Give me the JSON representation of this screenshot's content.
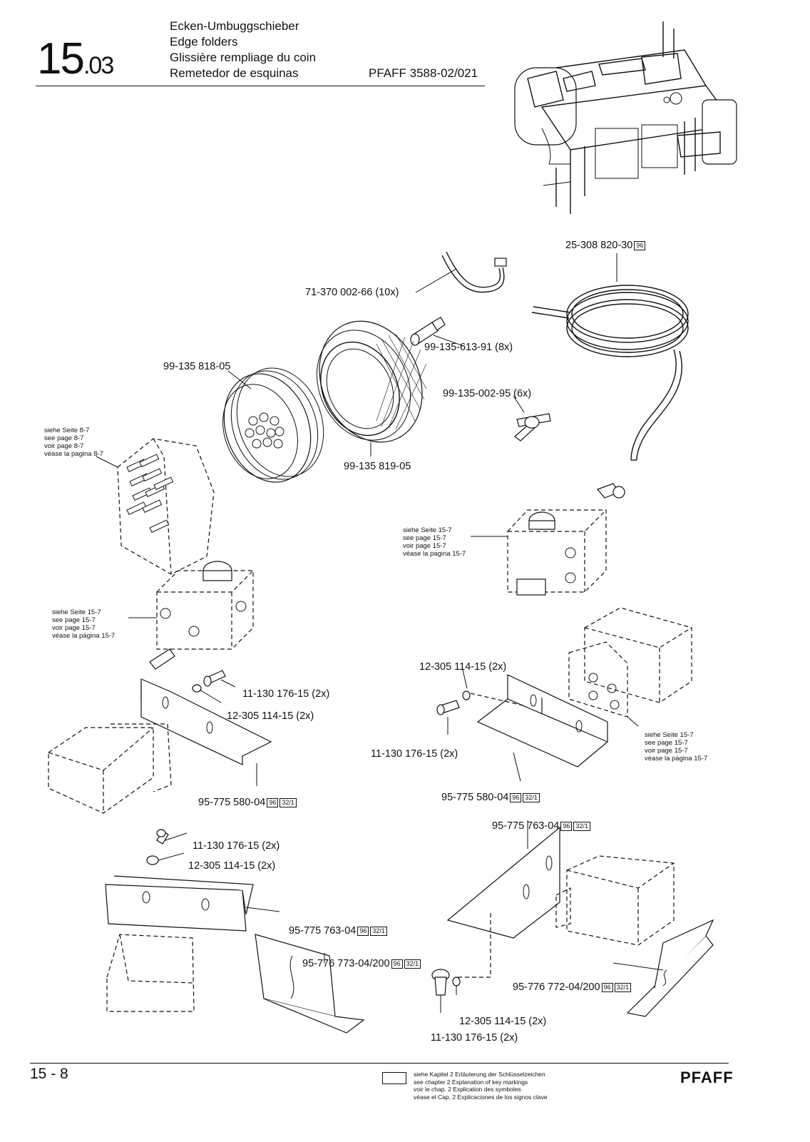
{
  "header": {
    "section_major": "15",
    "section_minor": ".03",
    "titles": [
      "Ecken-Umbuggschieber",
      "Edge folders",
      "Glissière rempliage du coin",
      "Remetedor de esquinas"
    ],
    "model": "PFAFF 3588-02/021"
  },
  "parts": {
    "cable_tie": "71-370 002-66 (10x)",
    "hose": "25-308 820-30",
    "hose_key": "96",
    "fitting_8x": "99-135-613-91 (8x)",
    "connector_base": "99-135 818-05",
    "union_6x": "99-135-002-95 (6x)",
    "knurled_ring": "99-135 819-05",
    "screw_a": "11-130 176-15 (2x)",
    "washer_a": "12-305 114-15 (2x)",
    "washer_b": "12-305 114-15 (2x)",
    "screw_b": "11-130 176-15 (2x)",
    "bracket_580_a": "95-775 580-04",
    "bracket_580_b": "95-775 580-04",
    "bracket_763_a": "95-775 763-04",
    "screw_c": "11-130 176-15 (2x)",
    "washer_c": "12-305 114-15 (2x)",
    "bracket_763_b": "95-775 763-04",
    "folder_773": "95-776 773-04/200",
    "folder_772": "95-776 772-04/200",
    "washer_d": "12-305 114-15 (2x)",
    "screw_d": "11-130 176-15 (2x)",
    "key_96": "96",
    "key_32": "32/1"
  },
  "refs": {
    "ref_8_7": [
      "siehe Seite 8-7",
      "see page 8-7",
      "voir page 8-7",
      "véase la pagina 8-7"
    ],
    "ref_15_7_a": [
      "siehe Seite 15-7",
      "see page 15-7",
      "voir page 15-7",
      "véase la pagina 15-7"
    ],
    "ref_15_7_b": [
      "siehe Seite 15-7",
      "see page 15-7",
      "voir page 15-7",
      "véase la página 15-7"
    ],
    "ref_15_7_c": [
      "siehe Seite 15-7",
      "see page 15-7",
      "voir page 15-7",
      "véase la página 15-7"
    ]
  },
  "footer": {
    "page": "15 - 8",
    "legend": [
      "siehe Kapitel 2 Erläuterung der Schlüsselzeichen",
      "see chapter 2 Explanation of key markings",
      "voir le chap. 2 Explication des symboles",
      "véase el Cap. 2 Explicaciones de los signos clave"
    ],
    "brand": "PFAFF"
  }
}
